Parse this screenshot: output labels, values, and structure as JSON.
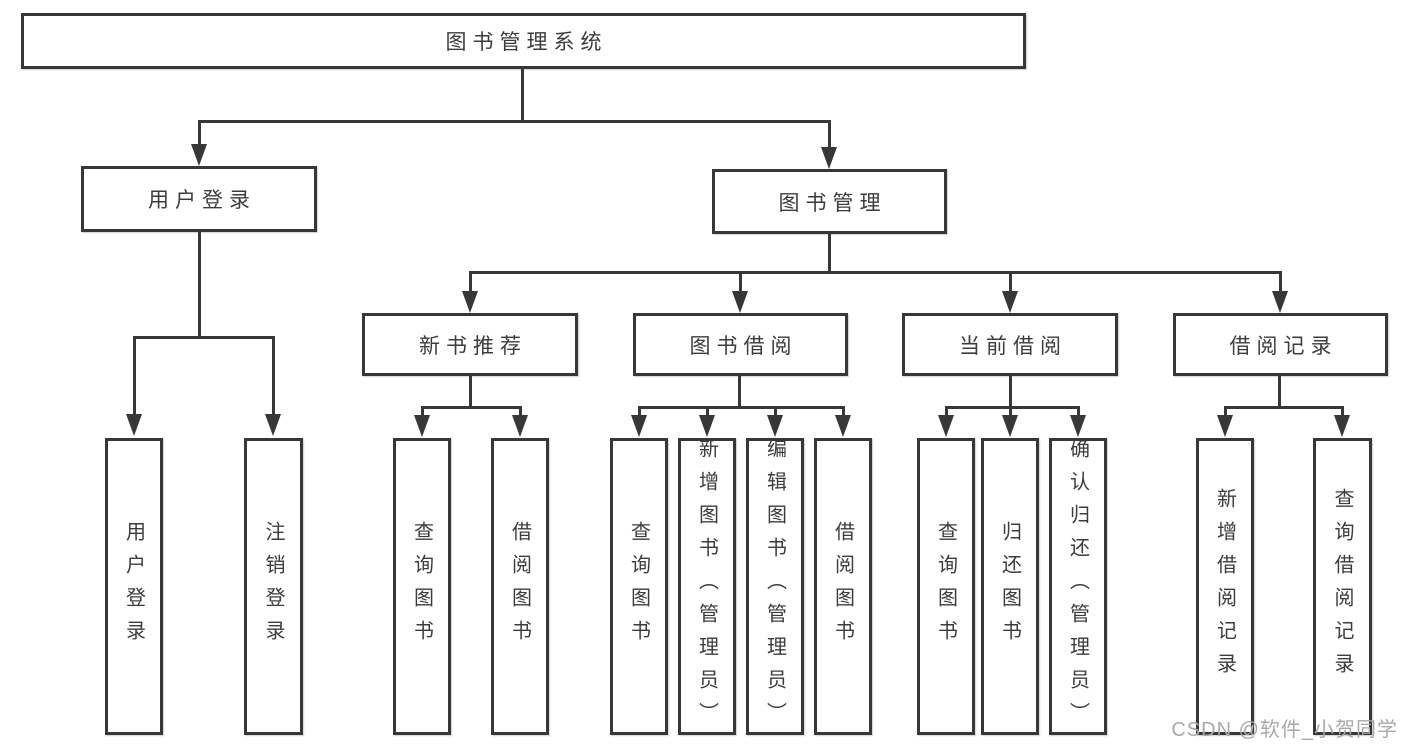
{
  "title": "图书管理系统",
  "user_login": {
    "label": "用户登录",
    "children": [
      "用户登录",
      "注销登录"
    ]
  },
  "book_mgmt": {
    "label": "图书管理",
    "sections": {
      "new_book": {
        "label": "新书推荐",
        "children": [
          "查询图书",
          "借阅图书"
        ]
      },
      "borrow": {
        "label": "图书借阅",
        "children": [
          "查询图书",
          "新增图书（管理员）",
          "编辑图书（管理员）",
          "借阅图书"
        ]
      },
      "current": {
        "label": "当前借阅",
        "children": [
          "查询图书",
          "归还图书",
          "确认归还（管理员）"
        ]
      },
      "records": {
        "label": "借阅记录",
        "children": [
          "新增借阅记录",
          "查询借阅记录"
        ]
      }
    }
  },
  "watermark": "CSDN @软件_小贺同学",
  "colors": {
    "line": "#373737",
    "text": "#3c3c3c",
    "watermark": "#a9a9a9",
    "background": "#ffffff"
  }
}
